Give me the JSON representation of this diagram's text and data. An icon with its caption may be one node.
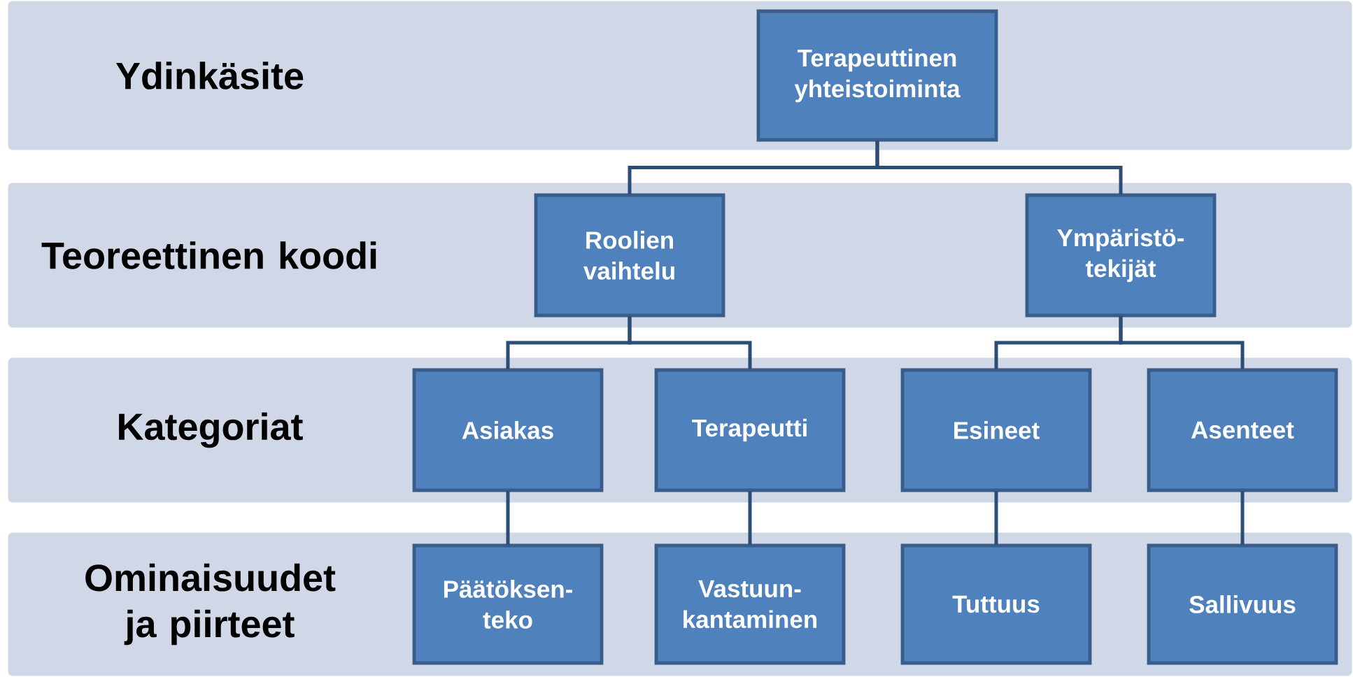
{
  "diagram": {
    "nodes": [
      {
        "text": [
          "Ydinkäsite"
        ]
      },
      {
        "text": [
          "Terapeuttinen yhteistoiminta"
        ],
        "in": 0
      },
      {
        "text": [
          "Teoreettinen koodi"
        ]
      },
      {
        "text": [
          "Roolien vaihtelu"
        ],
        "in": 2
      },
      {
        "text": [
          "Ympäristö-tekijät"
        ],
        "in": 2
      },
      {
        "text": [
          "Kategoriat"
        ]
      },
      {
        "text": [
          "Asiakas"
        ],
        "in": 5
      },
      {
        "text": [
          "Terapeutti"
        ],
        "in": 5
      },
      {
        "text": [
          "Esineet"
        ],
        "in": 5
      },
      {
        "text": [
          "Asenteet"
        ],
        "in": 5
      },
      {
        "text": [
          "Ominaisuudet ja piirteet"
        ]
      },
      {
        "text": [
          "Päätöksen-teko"
        ],
        "in": 10
      },
      {
        "text": [
          "Vastuun-kantaminen"
        ],
        "in": 10
      },
      {
        "text": [
          "Tuttuus"
        ],
        "in": 10
      },
      {
        "text": [
          "Sallivuus"
        ],
        "in": 10
      }
    ],
    "edges": [
      {
        "from": 1,
        "to": 3,
        "arrow": "none"
      },
      {
        "from": 1,
        "to": 4,
        "arrow": "none"
      },
      {
        "from": 3,
        "to": 6,
        "arrow": "none"
      },
      {
        "from": 3,
        "to": 7,
        "arrow": "none"
      },
      {
        "from": 4,
        "to": 8,
        "arrow": "none"
      },
      {
        "from": 4,
        "to": 9,
        "arrow": "none"
      },
      {
        "from": 6,
        "to": 11,
        "arrow": "none"
      },
      {
        "from": 7,
        "to": 12,
        "arrow": "none"
      },
      {
        "from": 8,
        "to": 13,
        "arrow": "none"
      },
      {
        "from": 9,
        "to": 14,
        "arrow": "none"
      }
    ]
  }
}
